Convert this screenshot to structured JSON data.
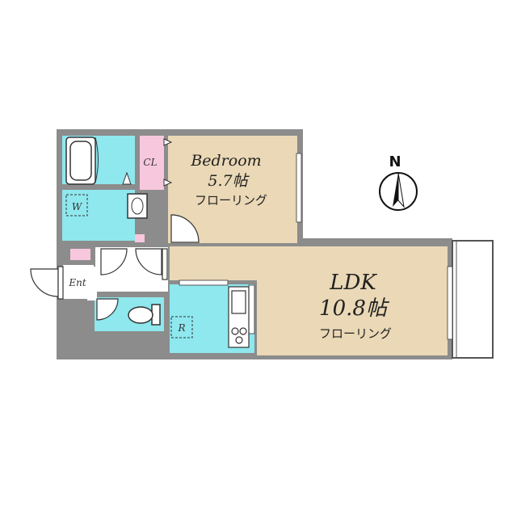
{
  "rooms": {
    "bedroom": {
      "name": "Bedroom",
      "size": "5.7帖",
      "floor": "フローリング"
    },
    "ldk": {
      "name": "LDK",
      "size": "10.8帖",
      "floor": "フローリング"
    }
  },
  "labels": {
    "closet": "CL",
    "washer": "W",
    "refrigerator": "R",
    "entrance": "Ent",
    "north": "N"
  },
  "colors": {
    "wall": "#8c8c8c",
    "flooring": "#ead8b6",
    "wet_area": "#8ee8ee",
    "closet": "#f7c8dd",
    "balcony": "#ffffff"
  }
}
